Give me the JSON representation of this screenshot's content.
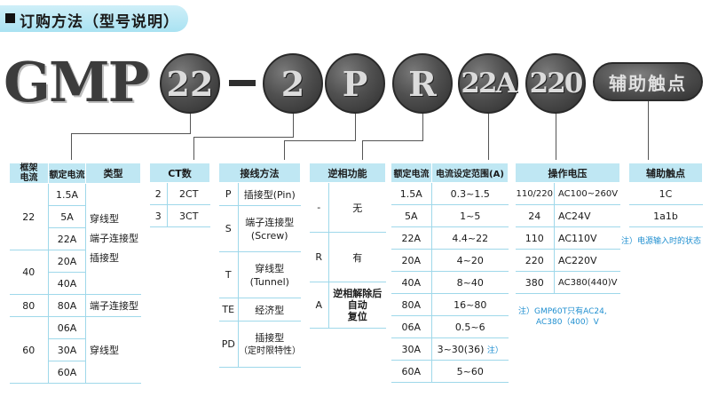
{
  "header": {
    "title": "订购方法（型号说明）"
  },
  "model": {
    "prefix": "GMP",
    "codes": [
      "22",
      "2",
      "P",
      "R",
      "22A",
      "220"
    ],
    "dash": "-",
    "aux_pill": "辅助触点"
  },
  "frame_table": {
    "headers": [
      "框架\n电流",
      "额定电流",
      "类型"
    ],
    "groups": [
      {
        "frame": "22",
        "ratings": [
          "1.5A",
          "5A",
          "22A"
        ],
        "types": [
          "穿线型",
          "端子连接型",
          "插接型"
        ]
      },
      {
        "frame": "40",
        "ratings": [
          "20A",
          "40A"
        ]
      },
      {
        "frame": "80",
        "ratings": [
          "80A"
        ],
        "types": [
          "端子连接型"
        ]
      },
      {
        "frame": "60",
        "ratings": [
          "06A",
          "30A",
          "60A"
        ],
        "types": [
          "穿线型"
        ]
      }
    ]
  },
  "ct_table": {
    "header": "CT数",
    "rows": [
      {
        "code": "2",
        "label": "2CT"
      },
      {
        "code": "3",
        "label": "3CT"
      }
    ]
  },
  "wiring_table": {
    "header": "接线方法",
    "rows": [
      {
        "code": "P",
        "lines": [
          "插接型(Pin)"
        ]
      },
      {
        "code": "S",
        "lines": [
          "端子连接型",
          "(Screw)"
        ]
      },
      {
        "code": "T",
        "lines": [
          "穿线型",
          "(Tunnel)"
        ]
      },
      {
        "code": "TE",
        "lines": [
          "经济型"
        ]
      },
      {
        "code": "PD",
        "lines": [
          "插接型",
          "（定时限特性）"
        ]
      }
    ]
  },
  "reverse_table": {
    "header": "逆相功能",
    "rows": [
      {
        "code": "-",
        "lines": [
          "无"
        ]
      },
      {
        "code": "R",
        "lines": [
          "有"
        ]
      },
      {
        "code": "A",
        "lines": [
          "逆相解除后",
          "自动",
          "复位"
        ]
      }
    ]
  },
  "current_table": {
    "headers": [
      "额定电流",
      "电流设定范围(A)"
    ],
    "rows": [
      {
        "rated": "1.5A",
        "range": "0.3~1.5"
      },
      {
        "rated": "5A",
        "range": "1~5"
      },
      {
        "rated": "22A",
        "range": "4.4~22"
      },
      {
        "rated": "20A",
        "range": "4~20"
      },
      {
        "rated": "40A",
        "range": "8~40"
      },
      {
        "rated": "80A",
        "range": "16~80"
      },
      {
        "rated": "06A",
        "range": "0.5~6"
      },
      {
        "rated": "30A",
        "range": "3~30(36)",
        "note": "注）"
      },
      {
        "rated": "60A",
        "range": "5~60"
      }
    ]
  },
  "voltage_table": {
    "header": "操作电压",
    "rows": [
      {
        "code": "110/220",
        "value": "AC100~260V"
      },
      {
        "code": "24",
        "value": "AC24V"
      },
      {
        "code": "110",
        "value": "AC110V"
      },
      {
        "code": "220",
        "value": "AC220V"
      },
      {
        "code": "380",
        "value": "AC380(440)V"
      }
    ],
    "note_lines": [
      "注）GMP60T只有AC24,",
      "AC380（400）V"
    ]
  },
  "aux_table": {
    "header": "辅助触点",
    "rows": [
      "1C",
      "1a1b"
    ],
    "note": "注）电源输入时的状态"
  }
}
